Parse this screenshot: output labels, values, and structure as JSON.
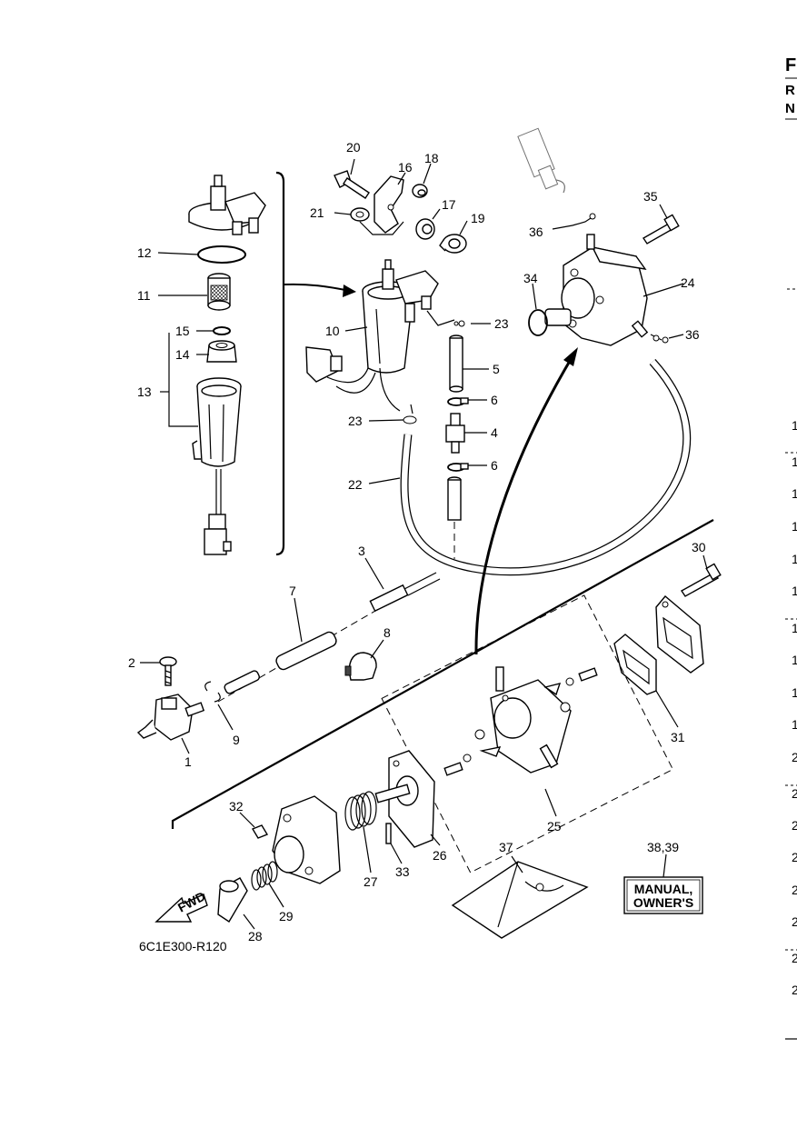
{
  "edge_text": {
    "top_letters": [
      "F",
      "R",
      "N"
    ],
    "right_digits": [
      "1",
      "1",
      "1",
      "1",
      "1",
      "1",
      "1",
      "1",
      "1",
      "1",
      "2",
      "2",
      "2",
      "2",
      "2",
      "2",
      "2",
      "2"
    ]
  },
  "callouts": {
    "c1": "1",
    "c2": "2",
    "c3": "3",
    "c4": "4",
    "c5": "5",
    "c6a": "6",
    "c6b": "6",
    "c7": "7",
    "c8": "8",
    "c9": "9",
    "c10": "10",
    "c11": "11",
    "c12": "12",
    "c13": "13",
    "c14": "14",
    "c15": "15",
    "c16": "16",
    "c17": "17",
    "c18": "18",
    "c19": "19",
    "c20": "20",
    "c21": "21",
    "c22": "22",
    "c23a": "23",
    "c23b": "23",
    "c24": "24",
    "c25": "25",
    "c26": "26",
    "c27": "27",
    "c28": "28",
    "c29": "29",
    "c30": "30",
    "c31": "31",
    "c32": "32",
    "c33": "33",
    "c34": "34",
    "c35": "35",
    "c36a": "36",
    "c36b": "36",
    "c37": "37",
    "c3839": "38,39"
  },
  "manual_label": {
    "line1": "MANUAL,",
    "line2": "OWNER'S"
  },
  "fwd_label": "FWD",
  "reference_code": "6C1E300-R120"
}
